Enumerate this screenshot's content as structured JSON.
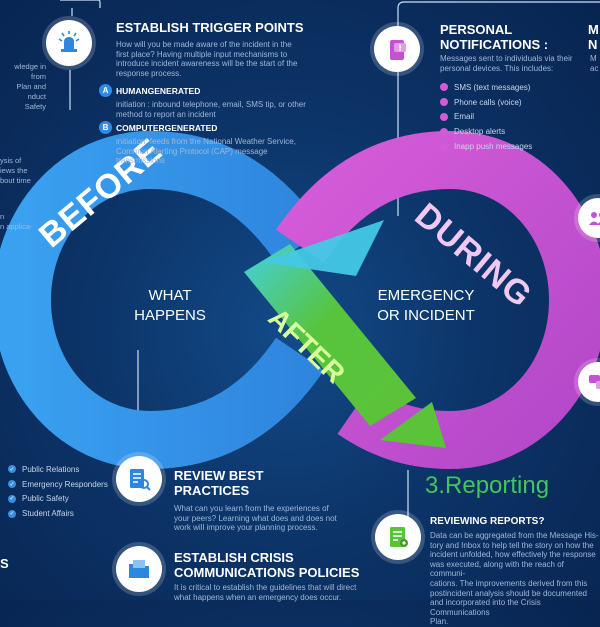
{
  "colors": {
    "background": "#0c3468",
    "before": "#3a96ea",
    "during": "#c552d2",
    "after": "#5dc33a",
    "reporting": "#44c45a",
    "bodytext": "#9fb8d8"
  },
  "loop": {
    "before": "BEFORE",
    "during": "DURING",
    "after": "AFTER",
    "left_center": [
      "WHAT",
      "HAPPENS"
    ],
    "right_center": [
      "EMERGENCY",
      "OR INCIDENT"
    ]
  },
  "trigger": {
    "icon": "alarm-bell-icon",
    "title": "ESTABLISH TRIGGER POINTS",
    "body": [
      "How will you be made aware of the incident in the",
      "first place? Having multiple input mechanisms to",
      "introduce incident awareness will be the start of the",
      "response process."
    ],
    "a_badge": "A",
    "a_title": "HUMANGENERATED",
    "a_body": [
      "initiation : inbound telephone, email, SMS tip, or other",
      "method to report an incident"
    ],
    "b_badge": "B",
    "b_title": "COMPUTERGENERATED",
    "b_body": [
      "initiation: feeds from the National Weather Service,",
      "Common Alerting Protocol (CAP) message transmissions"
    ]
  },
  "personal": {
    "icon": "phone-alert-icon",
    "title": [
      "PERSONAL",
      "NOTIFICATIONS :"
    ],
    "body": [
      "Messages sent to individuals via their",
      "personal devices. This includes:"
    ],
    "items": [
      "SMS (text messages)",
      "Phone calls (voice)",
      "Email",
      "Desktop alerts",
      "Inapp push messages"
    ]
  },
  "left_fragments": {
    "top": [
      "wledge in",
      "from",
      "Plan and",
      "nduct",
      "Safety"
    ],
    "mid": [
      "ysis of",
      "iews the",
      "bout time"
    ],
    "low": [
      "n",
      "n applica-"
    ],
    "bottom": [
      "s"
    ]
  },
  "right_fragments": {
    "title": [
      "M",
      "N"
    ],
    "body": [
      "M",
      "ac"
    ]
  },
  "roles": [
    "Public Relations",
    "Emergency Responders",
    "Public Safety",
    "Student Affairs"
  ],
  "review": {
    "icon": "checklist-search-icon",
    "title": [
      "REVIEW BEST",
      "PRACTICES"
    ],
    "body": [
      "What can you learn from the experiences of",
      "your peers? Learning what does and does not",
      "work will improve your planning process."
    ]
  },
  "policies": {
    "icon": "document-folder-icon",
    "title": [
      "ESTABLISH CRISIS",
      "COMMUNICATIONS POLICIES"
    ],
    "body": [
      "It is critical to establish the guidelines that will direct",
      "what happens when an emergency does occur."
    ]
  },
  "reporting": {
    "label": "3.Reporting",
    "icon": "report-gears-icon",
    "title": "REVIEWING REPORTS?",
    "body": [
      "Data can be aggregated from the Message His-",
      "tory and Inbox to help tell the story on how the",
      "incident unfolded, how effectively the response",
      "was executed, along with the reach of communi-",
      "cations. The improvements derived from this",
      "postincident analysis should be documented",
      "and incorporated into the Crisis Communications",
      "Plan."
    ]
  }
}
